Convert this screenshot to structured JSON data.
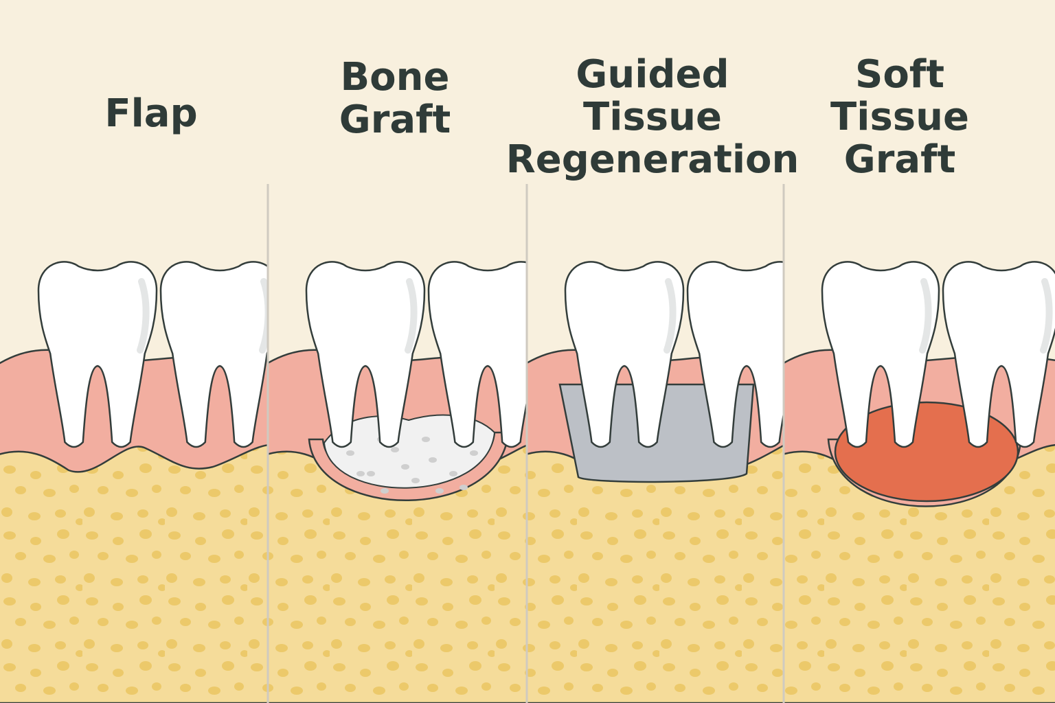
{
  "panels": [
    {
      "id": "flap",
      "title_lines": [
        "Flap"
      ]
    },
    {
      "id": "bone-graft",
      "title_lines": [
        "Bone",
        "Graft"
      ]
    },
    {
      "id": "guided-tissue-regeneration",
      "title_lines": [
        "Guided",
        "Tissue",
        "Regeneration"
      ]
    },
    {
      "id": "soft-tissue-graft",
      "title_lines": [
        "Soft",
        "Tissue",
        "Graft"
      ]
    }
  ],
  "colors": {
    "background": "#f8f0de",
    "gum": "#f2aea0",
    "bone": "#f5dc9a",
    "bone_dots": "#ecc96a",
    "tooth": "#ffffff",
    "outline": "#333d3b",
    "bone_graft_material": "#f1f1f1",
    "membrane": "#bcc0c6",
    "soft_tissue_graft": "#e46f4e",
    "divider": "#cfcac0"
  }
}
